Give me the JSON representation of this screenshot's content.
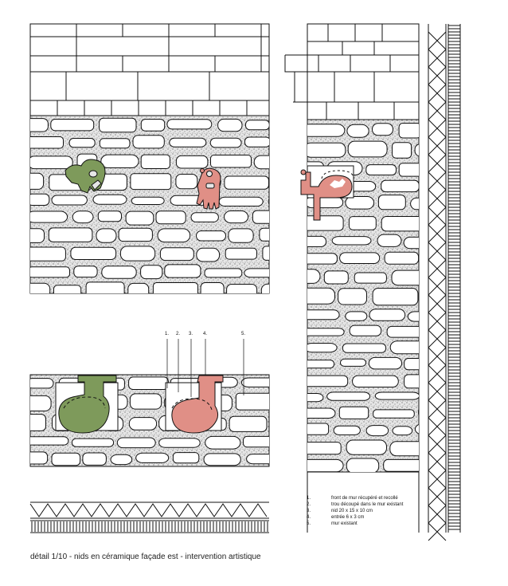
{
  "caption": "détail 1/10 - nids en céramique façade est - intervention artistique",
  "callouts": [
    "1.",
    "2.",
    "3.",
    "4.",
    "5."
  ],
  "legend": [
    {
      "num": "1.",
      "text": "front de mur récupéré et recollé"
    },
    {
      "num": "2.",
      "text": "trou découpé dans le mur existant"
    },
    {
      "num": "3.",
      "text": "nid 20 x 15 x 10 cm"
    },
    {
      "num": "4.",
      "text": "entrée 6 x 3 cm"
    },
    {
      "num": "5.",
      "text": "mur existant"
    }
  ],
  "colors": {
    "green_nest": "#7e9a5b",
    "pink_nest": "#e08f86",
    "mortar": "#d9d9d9",
    "line": "#111111"
  }
}
